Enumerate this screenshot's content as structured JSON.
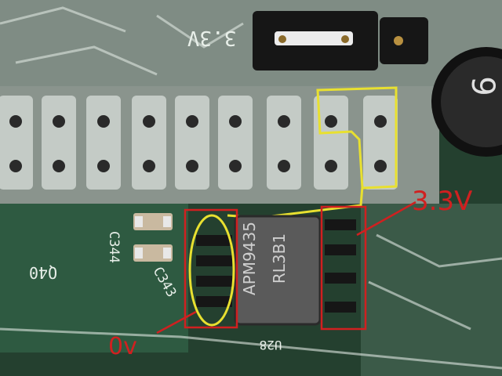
{
  "board_labels": {
    "silk_3v3": "3.3V",
    "silk_c344": "C344",
    "silk_c343": "C343",
    "silk_q40": "Q40",
    "silk_u28": "U28",
    "silk_j2": "9"
  },
  "chip": {
    "line1": "APM9435",
    "line2": "RL3B1"
  },
  "annotations": {
    "label_0v": "0v",
    "label_3v3": "3.3V"
  },
  "colors": {
    "pcb_green": "#1e3a2c",
    "silkscreen": "#e8efe9",
    "annotation_red": "#d02020",
    "annotation_yellow": "#e8e030",
    "chip_body": "#5a5a5a"
  }
}
